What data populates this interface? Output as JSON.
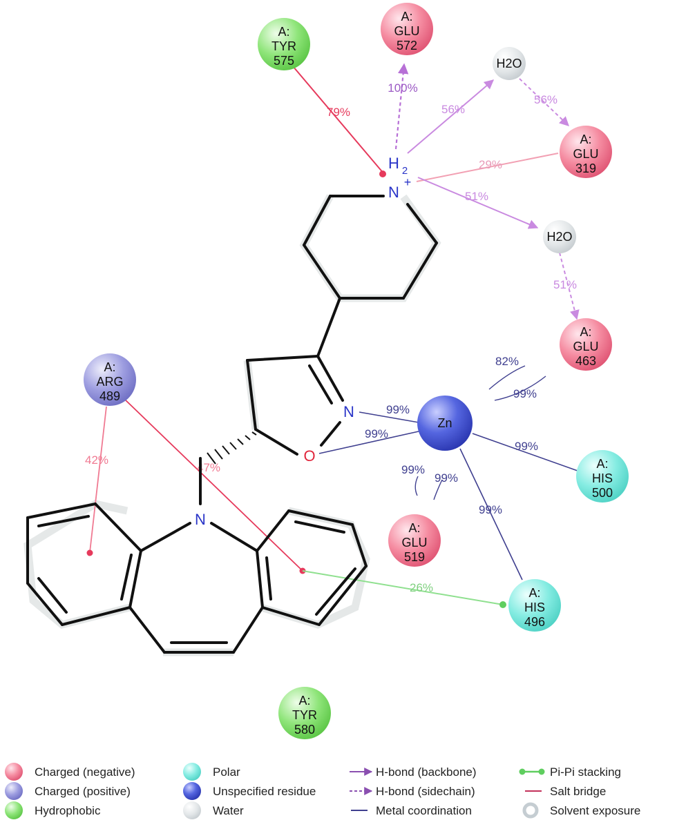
{
  "residues": [
    {
      "id": "tyr575",
      "chain": "A:",
      "name": "TYR",
      "num": "575",
      "type": "hydrophobic"
    },
    {
      "id": "glu572",
      "chain": "A:",
      "name": "GLU",
      "num": "572",
      "type": "negative"
    },
    {
      "id": "glu319",
      "chain": "A:",
      "name": "GLU",
      "num": "319",
      "type": "negative"
    },
    {
      "id": "glu463",
      "chain": "A:",
      "name": "GLU",
      "num": "463",
      "type": "negative"
    },
    {
      "id": "arg489",
      "chain": "A:",
      "name": "ARG",
      "num": "489",
      "type": "positive"
    },
    {
      "id": "his500",
      "chain": "A:",
      "name": "HIS",
      "num": "500",
      "type": "polar"
    },
    {
      "id": "glu519",
      "chain": "A:",
      "name": "GLU",
      "num": "519",
      "type": "negative"
    },
    {
      "id": "his496",
      "chain": "A:",
      "name": "HIS",
      "num": "496",
      "type": "polar"
    },
    {
      "id": "tyr580",
      "chain": "A:",
      "name": "TYR",
      "num": "580",
      "type": "hydrophobic"
    }
  ],
  "waters": [
    {
      "id": "water1",
      "label": "H2O"
    },
    {
      "id": "water2",
      "label": "H2O"
    }
  ],
  "ion": {
    "label": "Zn"
  },
  "atoms": {
    "n_plus_h": "H",
    "n_plus_sub": "2",
    "n_plus": "N",
    "n_plus_charge": "+",
    "isox_n": "N",
    "isox_o": "O",
    "azepine_n": "N"
  },
  "interactions": [
    {
      "id": "i1",
      "label": "79%",
      "kind": "salt-bridge"
    },
    {
      "id": "i2",
      "label": "100%",
      "kind": "h-bond-sidechain"
    },
    {
      "id": "i3",
      "label": "56%",
      "kind": "h-bond-backbone"
    },
    {
      "id": "i4",
      "label": "56%",
      "kind": "h-bond-sidechain"
    },
    {
      "id": "i5",
      "label": "29%",
      "kind": "salt-bridge"
    },
    {
      "id": "i6",
      "label": "51%",
      "kind": "h-bond-backbone"
    },
    {
      "id": "i7",
      "label": "51%",
      "kind": "h-bond-sidechain"
    },
    {
      "id": "i8",
      "label": "42%",
      "kind": "salt-bridge"
    },
    {
      "id": "i9",
      "label": "47%",
      "kind": "salt-bridge"
    },
    {
      "id": "i10",
      "label": "26%",
      "kind": "pi-pi"
    },
    {
      "id": "i11",
      "label": "99%",
      "kind": "metal"
    },
    {
      "id": "i12",
      "label": "99%",
      "kind": "metal"
    },
    {
      "id": "i13",
      "label": "82%",
      "kind": "metal"
    },
    {
      "id": "i14",
      "label": "99%",
      "kind": "metal"
    },
    {
      "id": "i15",
      "label": "99%",
      "kind": "metal"
    },
    {
      "id": "i16",
      "label": "99%",
      "kind": "metal"
    },
    {
      "id": "i17",
      "label": "99%",
      "kind": "metal"
    },
    {
      "id": "i18",
      "label": "99%",
      "kind": "metal"
    }
  ],
  "colors": {
    "negative": "#f07a92",
    "positive": "#8f8fd6",
    "hydrophobic": "#7fdc6a",
    "polar": "#6fe3d8",
    "unspecified": "#3d4fd6",
    "water": "#d4d9dc",
    "salt_bridge": "#e63a5c",
    "h_bond": "#b770d6",
    "h_bond_light": "#d9a3e6",
    "metal": "#3f3f8f",
    "pi_pi": "#7fdc7f",
    "salt_light": "#f2a0b3"
  },
  "legend": [
    {
      "id": "lg-neg",
      "label": "Charged (negative)",
      "symbol": "circle-negative"
    },
    {
      "id": "lg-polar",
      "label": "Polar",
      "symbol": "circle-polar"
    },
    {
      "id": "lg-hb-back",
      "label": "H-bond (backbone)",
      "symbol": "arrow-solid"
    },
    {
      "id": "lg-pipi",
      "label": "Pi-Pi stacking",
      "symbol": "line-dots"
    },
    {
      "id": "lg-pos",
      "label": "Charged (positive)",
      "symbol": "circle-positive"
    },
    {
      "id": "lg-unspec",
      "label": "Unspecified residue",
      "symbol": "circle-unspecified"
    },
    {
      "id": "lg-hb-side",
      "label": "H-bond (sidechain)",
      "symbol": "arrow-dashed"
    },
    {
      "id": "lg-salt",
      "label": "Salt bridge",
      "symbol": "line-salt"
    },
    {
      "id": "lg-hydro",
      "label": "Hydrophobic",
      "symbol": "circle-hydrophobic"
    },
    {
      "id": "lg-water",
      "label": "Water",
      "symbol": "circle-water"
    },
    {
      "id": "lg-metal",
      "label": "Metal coordination",
      "symbol": "line-metal"
    },
    {
      "id": "lg-solvent",
      "label": "Solvent exposure",
      "symbol": "ring-solvent"
    }
  ]
}
